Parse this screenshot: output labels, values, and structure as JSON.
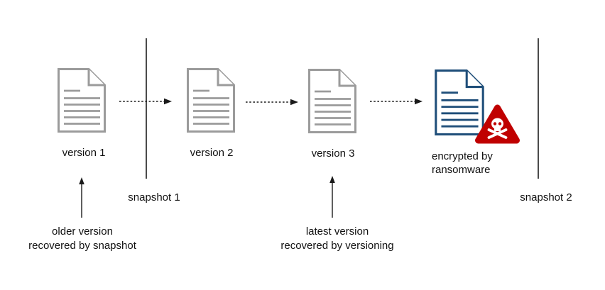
{
  "colors": {
    "background": "#ffffff",
    "doc_gray": "#9b9b9b",
    "doc_blue": "#1f4e79",
    "warning_red": "#c00000",
    "line_dark": "#4a4a4a",
    "arrow_black": "#1a1a1a",
    "text": "#111111"
  },
  "documents": [
    {
      "label": "version 1",
      "style": "gray"
    },
    {
      "label": "version 2",
      "style": "gray"
    },
    {
      "label": "version 3",
      "style": "gray"
    },
    {
      "label": "encrypted by\nransomware",
      "style": "blue"
    }
  ],
  "snapshots": [
    {
      "label": "snapshot 1"
    },
    {
      "label": "snapshot 2"
    }
  ],
  "annotations": [
    {
      "text": "older version\nrecovered by snapshot"
    },
    {
      "text": "latest version\nrecovered by versioning"
    }
  ],
  "icons": {
    "document": "dog-ear page with text lines",
    "warning": "red rounded triangle with white skull and crossbones",
    "dashed_arrow": "black dashed arrow pointing right",
    "up_arrow": "black solid arrow pointing up",
    "snapshot_line": "vertical dark line"
  }
}
